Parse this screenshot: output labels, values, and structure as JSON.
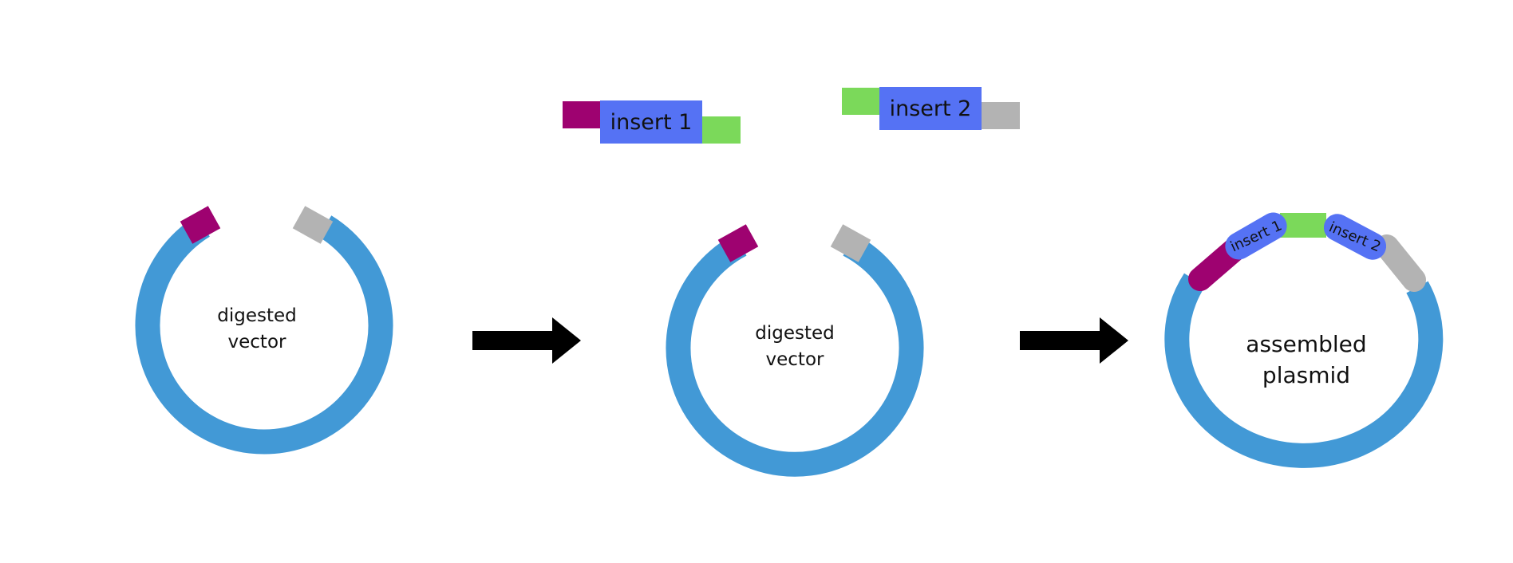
{
  "labels": {
    "vector1_line1": "digested",
    "vector1_line2": "vector",
    "vector2_line1": "digested",
    "vector2_line2": "vector",
    "insert1": "insert 1",
    "insert2": "insert 2",
    "assembled_insert1": "insert 1",
    "assembled_insert2": "insert 2",
    "plasmid_line1": "assembled",
    "plasmid_line2": "plasmid"
  },
  "colors": {
    "vector": "#4299d6",
    "insert": "#5572f4",
    "end_purple": "#9e0270",
    "end_green": "#7bd95a",
    "end_gray": "#b3b3b3",
    "arrow": "#000000",
    "text": "#111111"
  },
  "icons": [
    "right-arrow-icon",
    "right-arrow-icon"
  ]
}
